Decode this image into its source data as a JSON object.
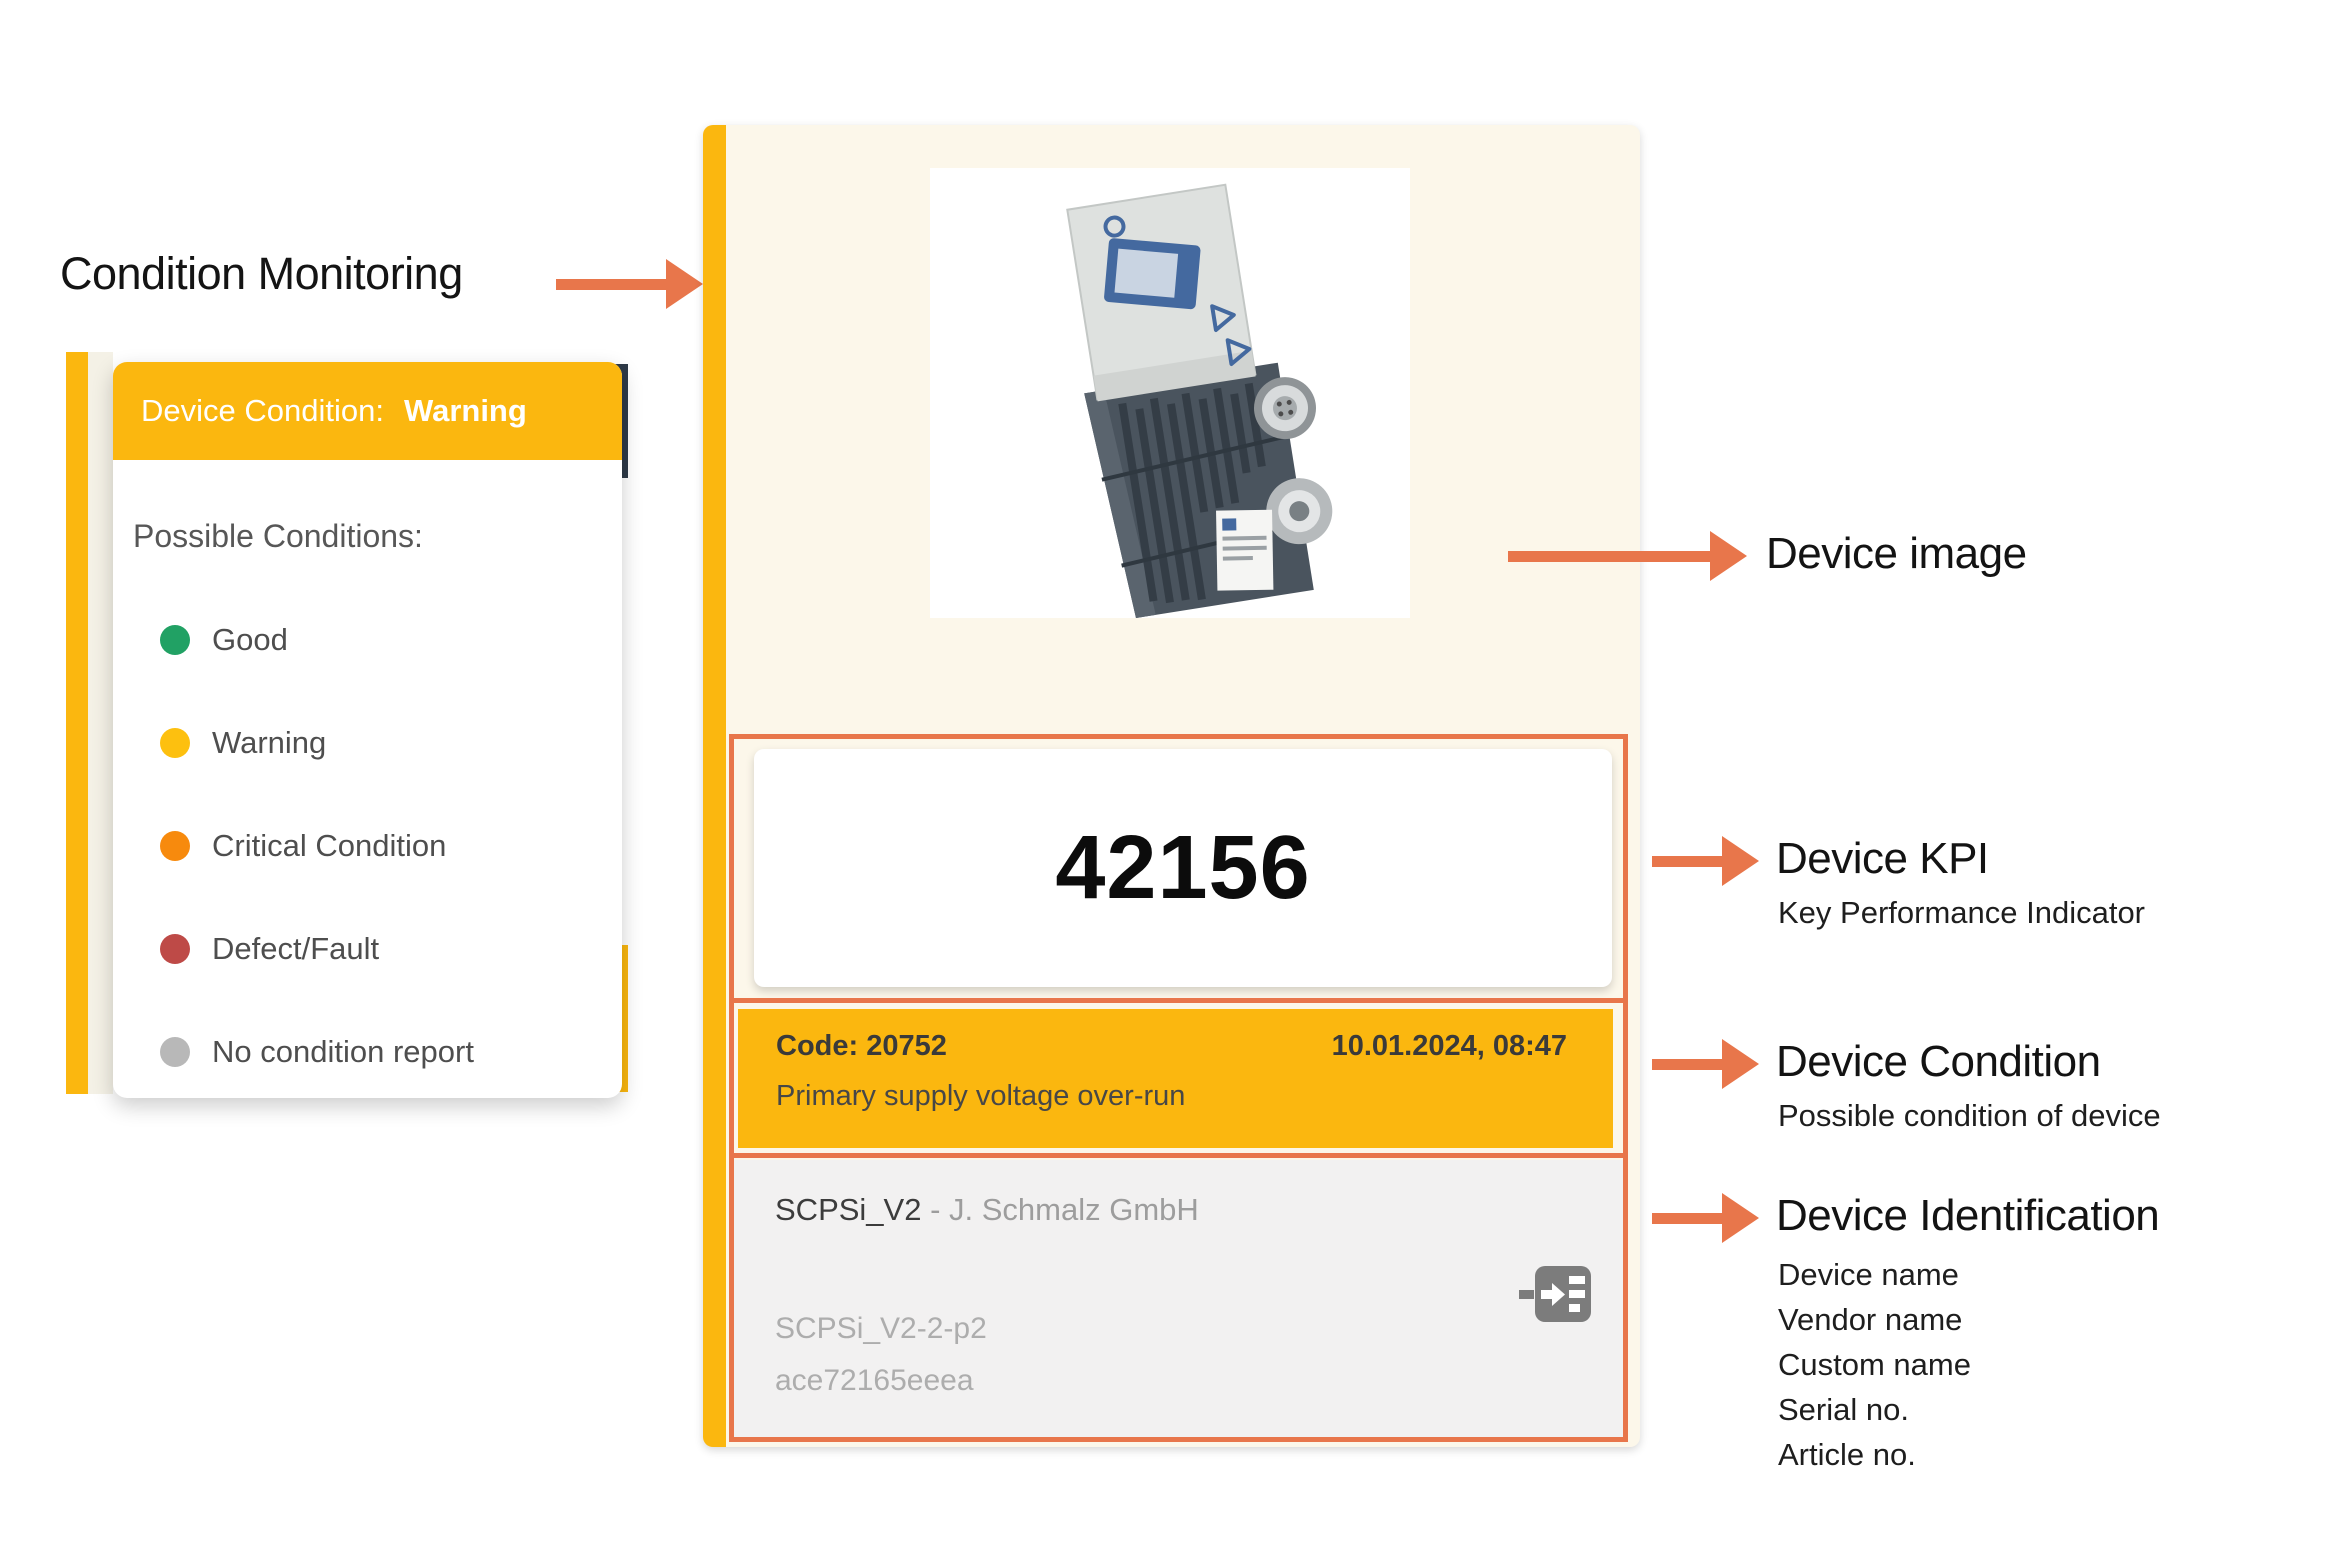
{
  "page": {
    "heading": "Condition Monitoring"
  },
  "condition_popup": {
    "header_label": "Device Condition:",
    "header_value": "Warning",
    "list_title": "Possible Conditions:",
    "conditions": [
      {
        "label": "Good",
        "color": "#21A164"
      },
      {
        "label": "Warning",
        "color": "#FDC00F"
      },
      {
        "label": "Critical Condition",
        "color": "#F78A0D"
      },
      {
        "label": "Defect/Fault",
        "color": "#BE4A47"
      },
      {
        "label": "No condition report",
        "color": "#B8B8B8"
      }
    ]
  },
  "device_card": {
    "kpi_value": "42156",
    "condition": {
      "code": "Code: 20752",
      "timestamp": "10.01.2024, 08:47",
      "message": "Primary supply voltage over-run"
    },
    "identification": {
      "device_name": "SCPSi_V2",
      "separator": " - ",
      "vendor_name": "J. Schmalz GmbH",
      "custom_name": "SCPSi_V2-2-p2",
      "serial_no": "ace72165eeea"
    }
  },
  "annotations": {
    "device_image": {
      "title": "Device image"
    },
    "device_kpi": {
      "title": "Device KPI",
      "subtitle": "Key Performance Indicator"
    },
    "device_condition": {
      "title": "Device Condition",
      "subtitle": "Possible condition of device"
    },
    "device_identification": {
      "title": "Device Identification",
      "lines": [
        "Device name",
        "Vendor name",
        "Custom name",
        "Serial no.",
        "Article no."
      ]
    }
  },
  "colors": {
    "brand_yellow": "#FBB70F",
    "annotation_orange": "#E8764B",
    "card_background": "#FCF7EA",
    "identification_background": "#F2F1F1",
    "hidden_card_navy": "#2E3A48",
    "icon_gray": "#7C7C7C",
    "condition_good": "#21A164",
    "condition_warning": "#FDC00F",
    "condition_critical": "#F78A0D",
    "condition_defect": "#BE4A47",
    "condition_none": "#B8B8B8"
  }
}
